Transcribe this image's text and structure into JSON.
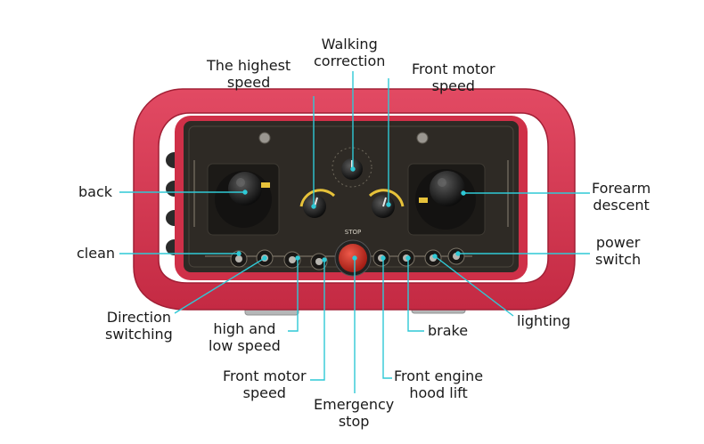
{
  "labels": {
    "the_highest_speed": [
      "The highest",
      "speed"
    ],
    "walking_correction": [
      "Walking",
      "correction"
    ],
    "front_motor_speed_top": [
      "Front motor",
      "speed"
    ],
    "back": [
      "back"
    ],
    "forearm_descent": [
      "Forearm",
      "descent"
    ],
    "clean": [
      "clean"
    ],
    "power_switch": [
      "power",
      "switch"
    ],
    "direction_switching": [
      "Direction",
      "switching"
    ],
    "high_and_low_speed": [
      "high and",
      "low speed"
    ],
    "lighting": [
      "lighting"
    ],
    "brake": [
      "brake"
    ],
    "front_motor_speed_bottom": [
      "Front motor",
      "speed"
    ],
    "front_engine_hood_lift": [
      "Front engine",
      "hood lift"
    ],
    "emergency_stop": [
      "Emergency",
      "stop"
    ]
  },
  "device": {
    "stop_button_text": "STOP"
  },
  "colors": {
    "leader_line": "#2fc9d6",
    "housing_red": "#d8354f",
    "panel_dark": "#2e2a25",
    "stop_red": "#c8261f"
  }
}
